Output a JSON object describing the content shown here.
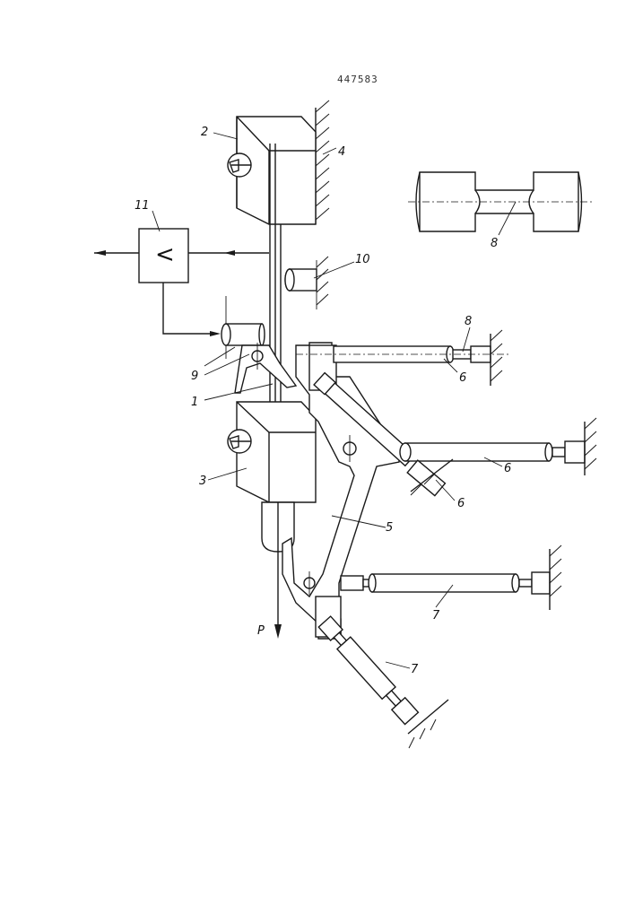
{
  "patent_number": "447583",
  "labels": {
    "l1": "1",
    "l2": "2",
    "l3": "3",
    "l4": "4",
    "l5": "5",
    "l6a": "6",
    "l6b": "6",
    "l6c": "6",
    "l7a": "7",
    "l7b": "7",
    "l8a": "8",
    "l8b": "8",
    "l9": "9",
    "l10": "10",
    "l11": "11",
    "force": "P",
    "comparator_symbol": "<"
  },
  "colors": {
    "ink": "#1a1a1a",
    "paper": "#ffffff"
  }
}
